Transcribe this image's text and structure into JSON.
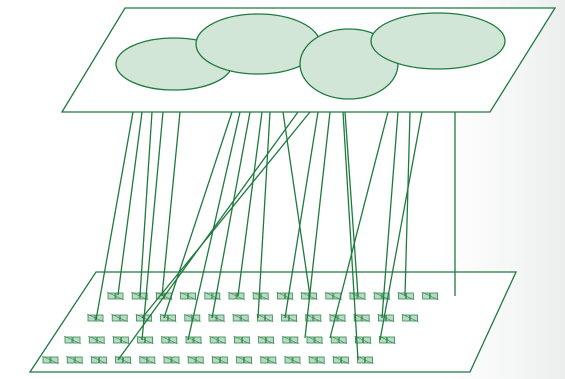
{
  "colors": {
    "line": "#1f7a3f",
    "ellipse_fill": "#d2e6d7",
    "plane_fill": "#ffffff",
    "node_fill": "#bcd8c4",
    "node_stroke": "#2e8b4e"
  },
  "diagram": {
    "type": "two-layer-network",
    "upper_layer": {
      "cluster_count": 4
    },
    "lower_layer": {
      "grid_rows": 4,
      "grid_columns": 14
    },
    "connection_count": 18
  }
}
